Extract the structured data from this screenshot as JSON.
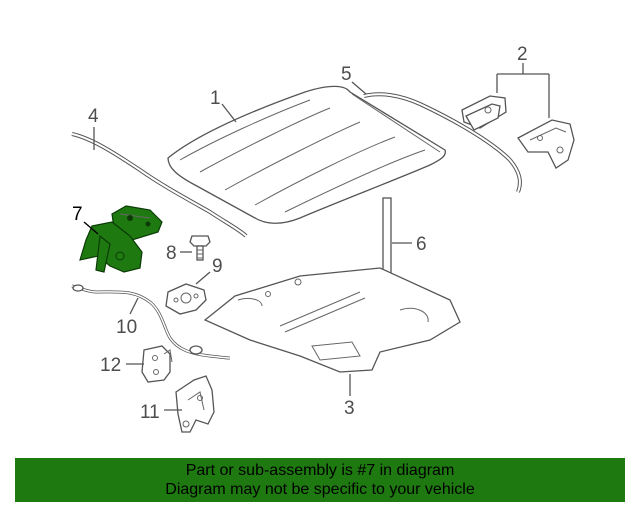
{
  "callouts": {
    "c1": "1",
    "c2": "2",
    "c3": "3",
    "c4": "4",
    "c5": "5",
    "c6": "6",
    "c7": "7",
    "c8": "8",
    "c9": "9",
    "c10": "10",
    "c11": "11",
    "c12": "12"
  },
  "highlight": {
    "part_number": "7",
    "color": "#1e7a10"
  },
  "banner": {
    "line1": "Part or sub-assembly is #7 in diagram",
    "line2": "Diagram may not be specific to your vehicle",
    "color": "#1e7a10"
  }
}
